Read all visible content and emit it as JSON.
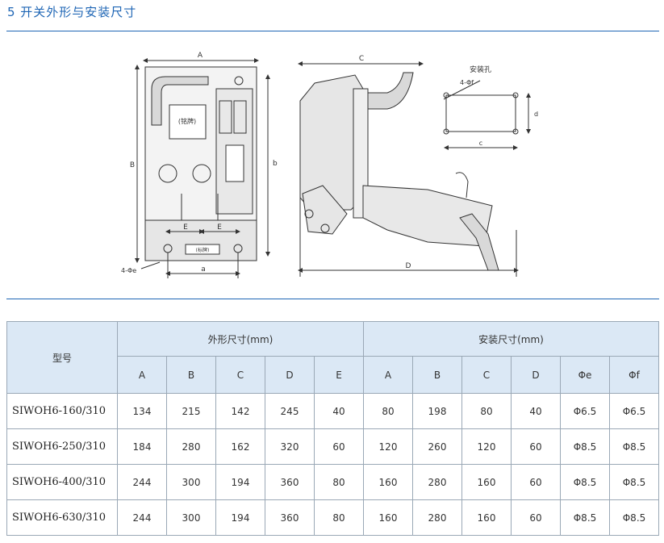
{
  "section_title": "5 开关外形与安装尺寸",
  "drawing": {
    "front_view": {
      "dim_A": "A",
      "dim_B": "B",
      "dim_b": "b",
      "dim_E_left": "E",
      "dim_E_right": "E",
      "dim_a": "a",
      "hole_note": "4-Φe",
      "nameplate_top": "(铭牌)",
      "nameplate_bottom": "(标牌)"
    },
    "side_view": {
      "dim_C": "C",
      "dim_D": "D"
    },
    "mounting": {
      "label": "安装孔",
      "hole_note": "4-Φf",
      "dim_c": "c",
      "dim_d": "d"
    }
  },
  "table": {
    "model_header": "型号",
    "outline_header": "外形尺寸(mm)",
    "install_header": "安装尺寸(mm)",
    "outline_cols": [
      "A",
      "B",
      "C",
      "D",
      "E"
    ],
    "install_cols": [
      "A",
      "B",
      "C",
      "D",
      "Φe",
      "Φf"
    ],
    "rows": [
      {
        "model": "SIWOH6-160/310",
        "cells": [
          "134",
          "215",
          "142",
          "245",
          "40",
          "80",
          "198",
          "80",
          "40",
          "Φ6.5",
          "Φ6.5"
        ]
      },
      {
        "model": "SIWOH6-250/310",
        "cells": [
          "184",
          "280",
          "162",
          "320",
          "60",
          "120",
          "260",
          "120",
          "60",
          "Φ8.5",
          "Φ8.5"
        ]
      },
      {
        "model": "SIWOH6-400/310",
        "cells": [
          "244",
          "300",
          "194",
          "360",
          "80",
          "160",
          "280",
          "160",
          "60",
          "Φ8.5",
          "Φ8.5"
        ]
      },
      {
        "model": "SIWOH6-630/310",
        "cells": [
          "244",
          "300",
          "194",
          "360",
          "80",
          "160",
          "280",
          "160",
          "60",
          "Φ8.5",
          "Φ8.5"
        ]
      }
    ]
  }
}
